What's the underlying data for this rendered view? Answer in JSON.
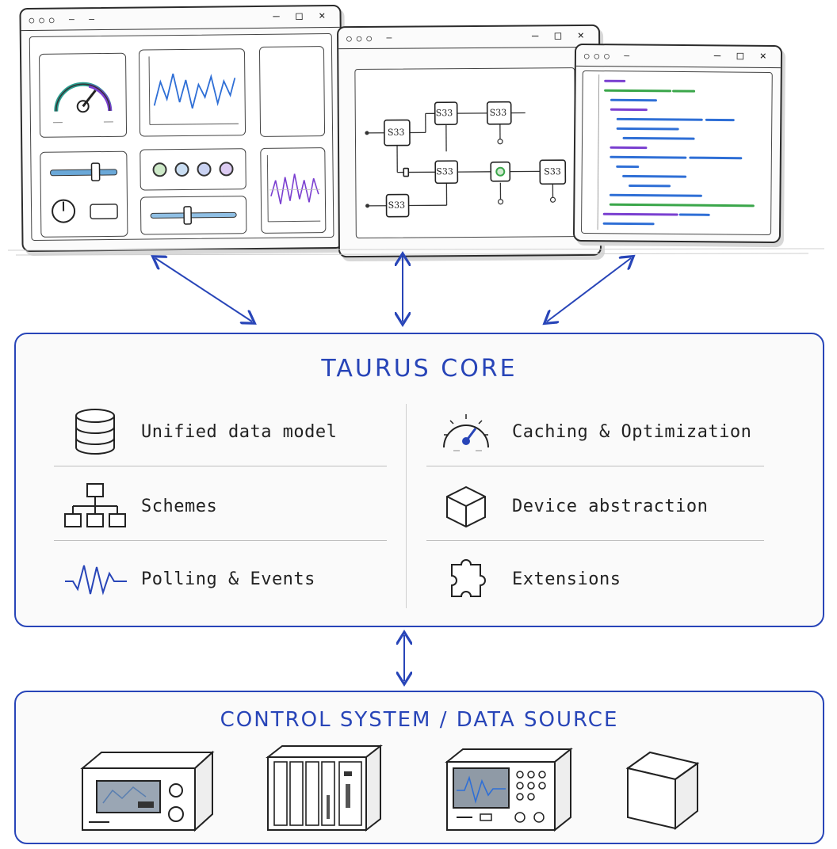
{
  "windows": [
    {
      "controls": "— □ ×"
    },
    {
      "controls": "— □ ×"
    },
    {
      "controls": "— □ ×"
    }
  ],
  "schematic": {
    "block_label": "S33"
  },
  "core": {
    "title": "TAURUS CORE",
    "features": [
      {
        "label": "Unified data model",
        "icon": "database-icon"
      },
      {
        "label": "Caching & Optimization",
        "icon": "gauge-icon"
      },
      {
        "label": "Schemes",
        "icon": "hierarchy-icon"
      },
      {
        "label": "Device abstraction",
        "icon": "cube-icon"
      },
      {
        "label": "Polling & Events",
        "icon": "waveform-icon"
      },
      {
        "label": "Extensions",
        "icon": "puzzle-icon"
      }
    ]
  },
  "source": {
    "title": "CONTROL SYSTEM / DATA SOURCE",
    "devices": [
      "power-supply-icon",
      "rack-server-icon",
      "oscilloscope-icon",
      "cube-icon"
    ]
  },
  "colors": {
    "accent": "#2845b8",
    "code_green": "#3aa64a",
    "code_blue": "#2f6fd6",
    "code_purple": "#7a3fd0"
  }
}
